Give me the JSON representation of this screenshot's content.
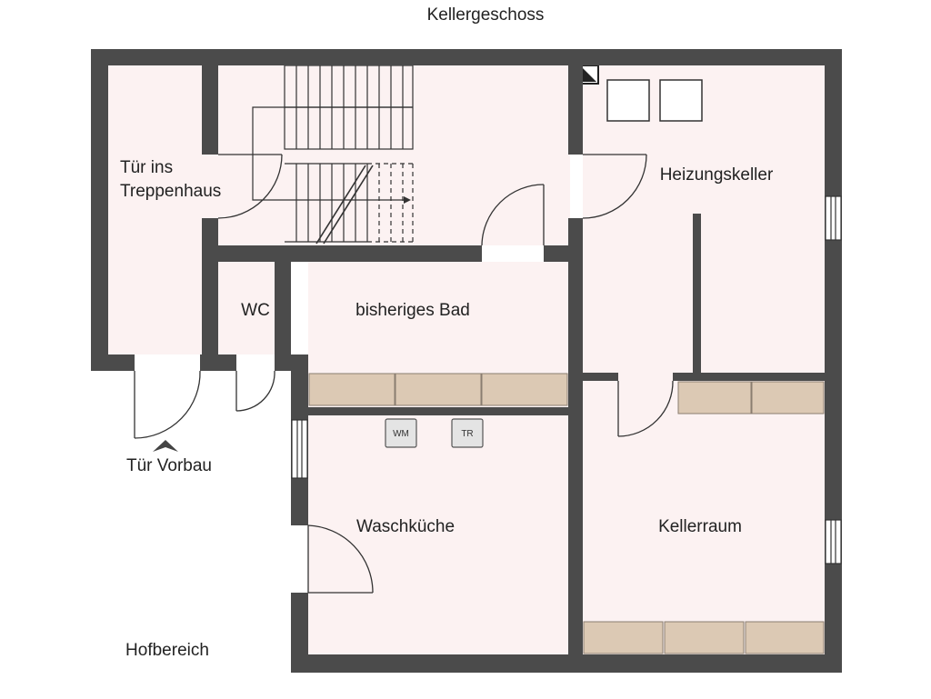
{
  "title": "Kellergeschoss",
  "rooms": {
    "stair_door": [
      "Tür ins",
      "Treppenhaus"
    ],
    "wc": "WC",
    "bath": "bisheriges Bad",
    "heating": "Heizungskeller",
    "laundry": "Waschküche",
    "cellar": "Kellerraum"
  },
  "outside": {
    "entrance": "Tür Vorbau",
    "yard": "Hofbereich"
  },
  "appliances": {
    "washer": "WM",
    "dryer": "TR"
  },
  "colors": {
    "wall": "#4b4b4b",
    "floor": "#fcf2f2",
    "furniture": "#dcc9b4",
    "door_line": "#333333"
  }
}
